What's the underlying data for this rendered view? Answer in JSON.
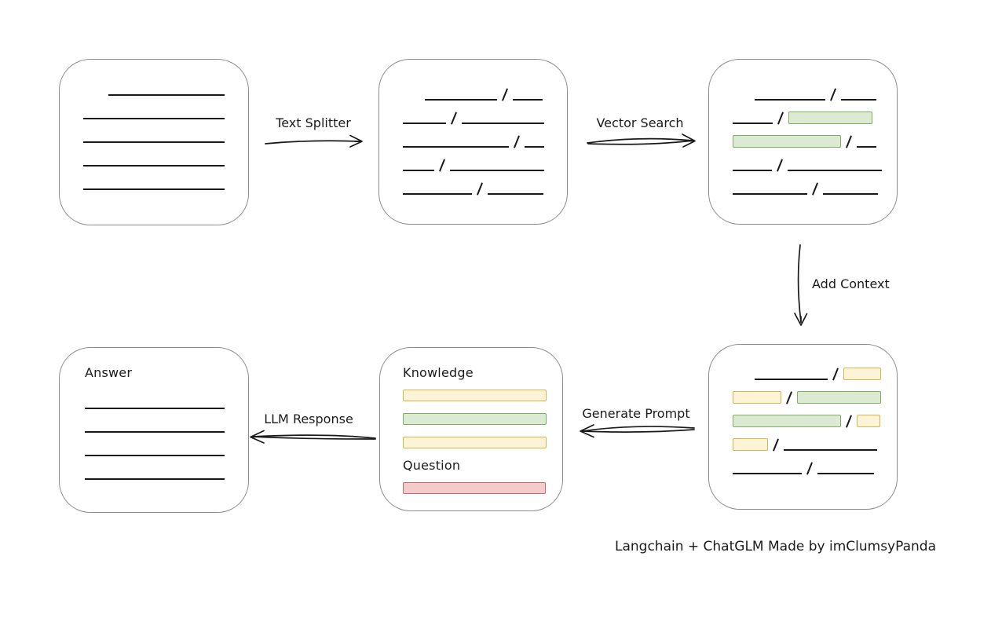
{
  "colors": {
    "green_fill": "#dcead3",
    "green_border": "#7fae63",
    "yellow_fill": "#fdf4d7",
    "yellow_border": "#d7b54e",
    "red_fill": "#f3cbcb",
    "red_border": "#c56b6b",
    "line": "#191919",
    "box_border": "#8d8d8d"
  },
  "labels": {
    "text_splitter": "Text Splitter",
    "vector_search": "Vector Search",
    "add_context": "Add Context",
    "generate_prompt": "Generate Prompt",
    "llm_response": "LLM Response"
  },
  "caption": "Langchain + ChatGLM Made by imClumsyPanda",
  "boxes": {
    "document": {
      "rows": [
        [
          {
            "t": "gap",
            "w": 32
          },
          {
            "t": "line",
            "w": 148
          }
        ],
        [
          {
            "t": "line",
            "w": 180
          }
        ],
        [
          {
            "t": "line",
            "w": 180
          }
        ],
        [
          {
            "t": "line",
            "w": 180
          }
        ],
        [
          {
            "t": "line",
            "w": 180
          }
        ]
      ]
    },
    "chunks": {
      "rows": [
        [
          {
            "t": "gap",
            "w": 28
          },
          {
            "t": "line",
            "w": 92
          },
          {
            "t": "slash"
          },
          {
            "t": "line",
            "w": 38
          }
        ],
        [
          {
            "t": "line",
            "w": 55
          },
          {
            "t": "slash"
          },
          {
            "t": "line",
            "w": 105
          }
        ],
        [
          {
            "t": "line",
            "w": 135
          },
          {
            "t": "slash"
          },
          {
            "t": "line",
            "w": 25
          }
        ],
        [
          {
            "t": "line",
            "w": 40
          },
          {
            "t": "slash"
          },
          {
            "t": "line",
            "w": 120
          }
        ],
        [
          {
            "t": "line",
            "w": 88
          },
          {
            "t": "slash"
          },
          {
            "t": "line",
            "w": 71
          }
        ]
      ]
    },
    "vector": {
      "rows": [
        [
          {
            "t": "gap",
            "w": 28
          },
          {
            "t": "line",
            "w": 90
          },
          {
            "t": "slash"
          },
          {
            "t": "line",
            "w": 45
          }
        ],
        [
          {
            "t": "line",
            "w": 51
          },
          {
            "t": "slash"
          },
          {
            "t": "green",
            "w": 107
          }
        ],
        [
          {
            "t": "green",
            "w": 138
          },
          {
            "t": "slash"
          },
          {
            "t": "line",
            "w": 25
          }
        ],
        [
          {
            "t": "line",
            "w": 50
          },
          {
            "t": "slash"
          },
          {
            "t": "line",
            "w": 120
          }
        ],
        [
          {
            "t": "line",
            "w": 95
          },
          {
            "t": "slash"
          },
          {
            "t": "line",
            "w": 70
          }
        ]
      ]
    },
    "context": {
      "rows": [
        [
          {
            "t": "gap",
            "w": 28
          },
          {
            "t": "line",
            "w": 93
          },
          {
            "t": "slash"
          },
          {
            "t": "yellow",
            "w": 48
          }
        ],
        [
          {
            "t": "yellow",
            "w": 62
          },
          {
            "t": "slash"
          },
          {
            "t": "green",
            "w": 107
          }
        ],
        [
          {
            "t": "green",
            "w": 138
          },
          {
            "t": "slash"
          },
          {
            "t": "yellow",
            "w": 30
          }
        ],
        [
          {
            "t": "yellow",
            "w": 45
          },
          {
            "t": "slash"
          },
          {
            "t": "line",
            "w": 119
          }
        ],
        [
          {
            "t": "line",
            "w": 88
          },
          {
            "t": "slash"
          },
          {
            "t": "line",
            "w": 72
          }
        ]
      ]
    },
    "prompt": {
      "knowledge_label": "Knowledge",
      "question_label": "Question",
      "knowledge_rows": [
        [
          {
            "t": "yellow",
            "w": 183,
            "h": 15
          }
        ],
        [
          {
            "t": "green",
            "w": 183,
            "h": 15
          }
        ],
        [
          {
            "t": "yellow",
            "w": 183,
            "h": 15
          }
        ]
      ],
      "question_rows": [
        [
          {
            "t": "red",
            "w": 182,
            "h": 15
          }
        ]
      ]
    },
    "answer": {
      "label": "Answer",
      "rows": [
        [
          {
            "t": "line",
            "w": 178
          }
        ],
        [
          {
            "t": "line",
            "w": 178
          }
        ],
        [
          {
            "t": "line",
            "w": 178
          }
        ],
        [
          {
            "t": "line",
            "w": 178
          }
        ]
      ]
    }
  }
}
